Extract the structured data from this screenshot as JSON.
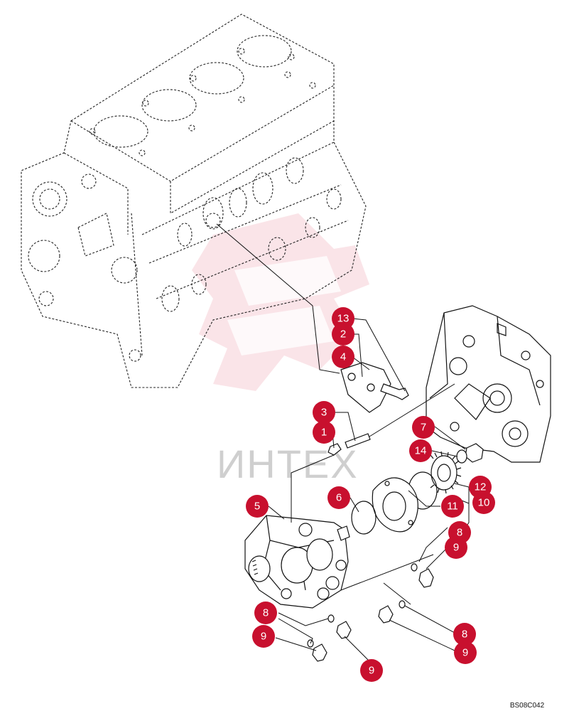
{
  "diagram_code": "BS08C042",
  "watermark_text": "ИНТЕХ",
  "colors": {
    "callout": "#c8102e",
    "watermark": "#e8e8e8",
    "line": "#111111"
  },
  "callouts": [
    {
      "id": "c13",
      "label": "13"
    },
    {
      "id": "c2a",
      "label": "2"
    },
    {
      "id": "c4",
      "label": "4"
    },
    {
      "id": "c3",
      "label": "3"
    },
    {
      "id": "c1",
      "label": "1"
    },
    {
      "id": "c7",
      "label": "7"
    },
    {
      "id": "c14",
      "label": "14"
    },
    {
      "id": "c12",
      "label": "12"
    },
    {
      "id": "c10",
      "label": "10"
    },
    {
      "id": "c11",
      "label": "11"
    },
    {
      "id": "c6",
      "label": "6"
    },
    {
      "id": "c5",
      "label": "5"
    },
    {
      "id": "c8a",
      "label": "8"
    },
    {
      "id": "c9a",
      "label": "9"
    },
    {
      "id": "c8b",
      "label": "8"
    },
    {
      "id": "c9b",
      "label": "9"
    },
    {
      "id": "c8c",
      "label": "8"
    },
    {
      "id": "c9c",
      "label": "9"
    },
    {
      "id": "c9d",
      "label": "9"
    }
  ]
}
